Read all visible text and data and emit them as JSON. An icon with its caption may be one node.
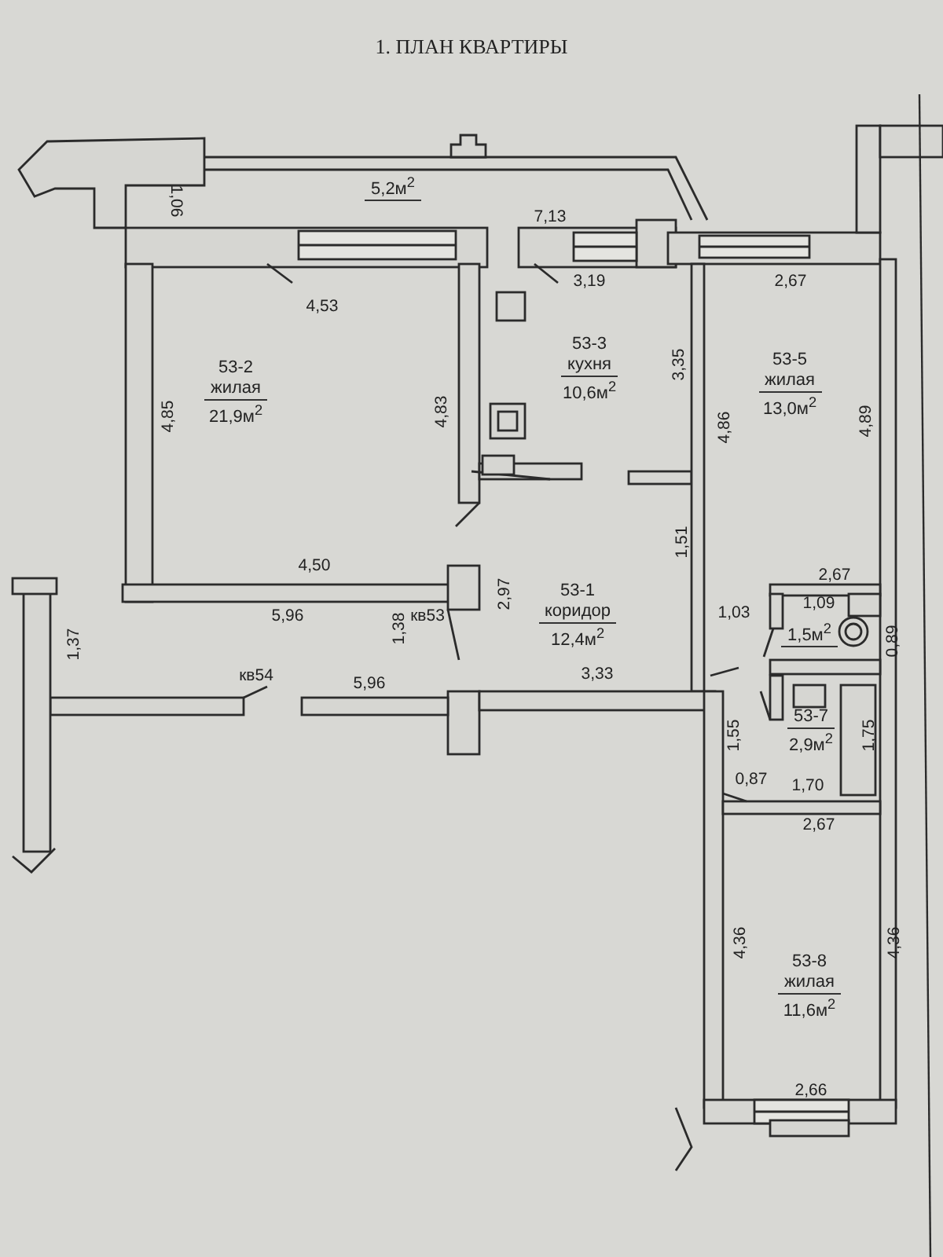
{
  "diagram": {
    "title": "1. ПЛАН КВАРТИРЫ",
    "nodes": [
      {
        "text": [
          "5,2м$^{2}$"
        ]
      },
      {
        "text": [
          "53-2",
          "жилая",
          "21,9м$^{2}$"
        ]
      },
      {
        "text": [
          "53-3",
          "кухня",
          "10,6м$^{2}$"
        ]
      },
      {
        "text": [
          "53-5",
          "жилая",
          "13,0м$^{2}$"
        ]
      },
      {
        "text": [
          "53-1",
          "коридор",
          "12,4м$^{2}$"
        ]
      },
      {
        "text": [
          "1,5м$^{2}$"
        ]
      },
      {
        "text": [
          "53-7",
          "2,9м$^{2}$"
        ]
      },
      {
        "text": [
          "53-8",
          "жилая",
          "11,6м$^{2}$"
        ]
      }
    ],
    "labels": [
      "1,06",
      "7,13",
      "4,53",
      "3,19",
      "2,67",
      "4,85",
      "4,83",
      "3,35",
      "4,86",
      "4,89",
      "4,50",
      "1,51",
      "1,37",
      "5,96",
      "2,97",
      "1,38",
      "кв53",
      "2,67",
      "1,03",
      "1,09",
      "0,89",
      "кв54",
      "5,96",
      "3,33",
      "1,55",
      "1,75",
      "0,87",
      "1,70",
      "2,67",
      "4,36",
      "4,36",
      "2,66"
    ]
  }
}
